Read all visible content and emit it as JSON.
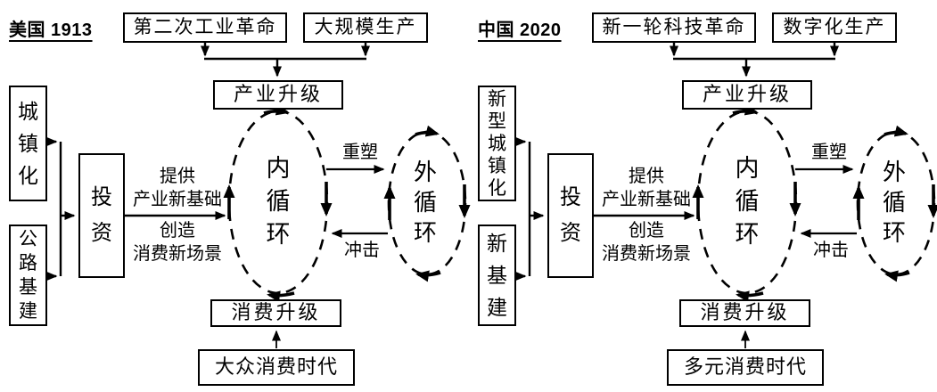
{
  "colors": {
    "ink": "#000000",
    "background": "#ffffff"
  },
  "diagrams": [
    {
      "title": "美国 1913",
      "drivers": {
        "box1": "第二次工业革命",
        "box2": "大规模生产"
      },
      "industry_upgrade": "产业升级",
      "inputs": {
        "box1": "城镇化",
        "box2": "公路基建"
      },
      "investment": "投资",
      "invest_effect_top": {
        "line1": "提供",
        "line2": "产业新基础"
      },
      "invest_effect_bottom": {
        "line1": "创造",
        "line2": "消费新场景"
      },
      "inner_loop": "内循环",
      "outer_loop": "外循环",
      "reshape_label": "重塑",
      "impact_label": "冲击",
      "consumption_upgrade": "消费升级",
      "era": "大众消费时代"
    },
    {
      "title": "中国 2020",
      "drivers": {
        "box1": "新一轮科技革命",
        "box2": "数字化生产"
      },
      "industry_upgrade": "产业升级",
      "inputs": {
        "box1": "新型城镇化",
        "box2": "新基建"
      },
      "investment": "投资",
      "invest_effect_top": {
        "line1": "提供",
        "line2": "产业新基础"
      },
      "invest_effect_bottom": {
        "line1": "创造",
        "line2": "消费新场景"
      },
      "inner_loop": "内循环",
      "outer_loop": "外循环",
      "reshape_label": "重塑",
      "impact_label": "冲击",
      "consumption_upgrade": "消费升级",
      "era": "多元消费时代"
    }
  ]
}
